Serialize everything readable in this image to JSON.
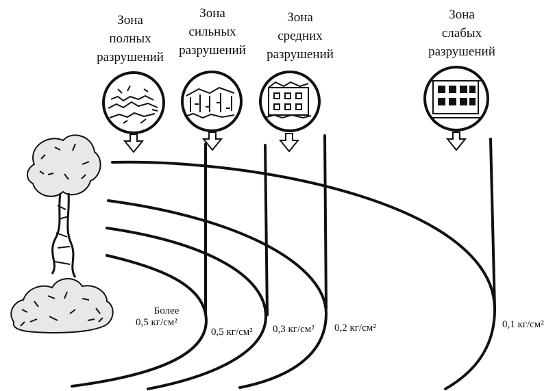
{
  "zones": [
    {
      "id": "full",
      "lines": [
        "Зона",
        "полных",
        "разрушений"
      ]
    },
    {
      "id": "strong",
      "lines": [
        "Зона",
        "сильных",
        "разрушений"
      ]
    },
    {
      "id": "medium",
      "lines": [
        "Зона",
        "средних",
        "разрушений"
      ]
    },
    {
      "id": "weak",
      "lines": [
        "Зона",
        "слабых",
        "разрушений"
      ]
    }
  ],
  "pressures": {
    "inner_prefix": "Более",
    "inner": "0,5 кг/см²",
    "p1": "0,5 кг/см²",
    "p2": "0,3 кг/см²",
    "p3": "0,2 кг/см²",
    "p4": "0,1 кг/см²"
  },
  "icons": {
    "explosion": "mushroom-cloud-icon",
    "full": "rubble-icon",
    "strong": "collapsed-building-icon",
    "medium": "damaged-building-icon",
    "weak": "intact-building-icon"
  }
}
